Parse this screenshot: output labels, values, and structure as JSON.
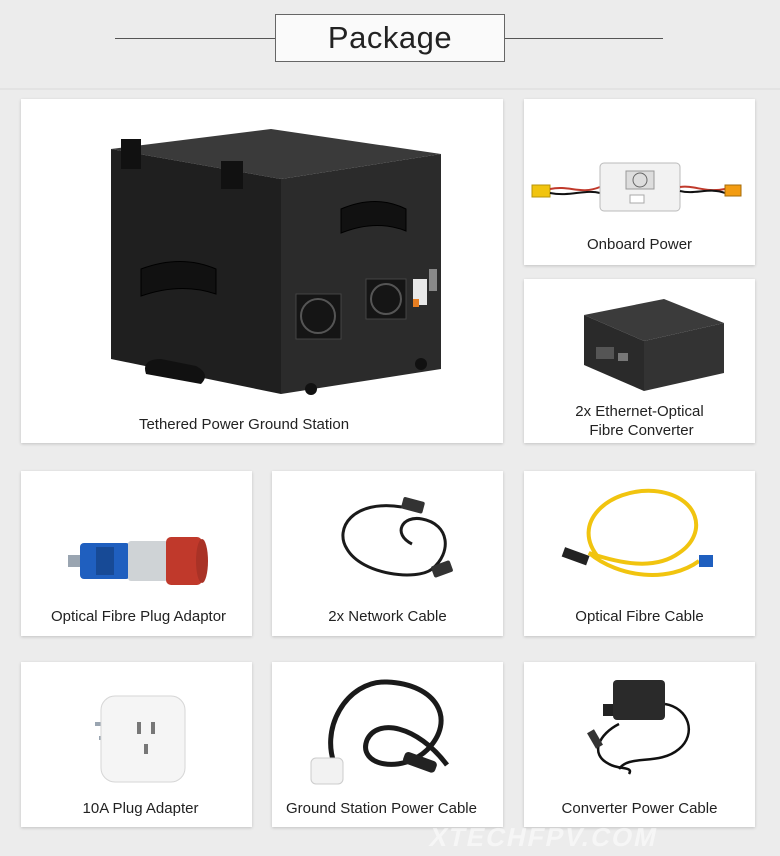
{
  "header": {
    "title": "Package"
  },
  "items": [
    {
      "caption": "Tethered Power Ground Station"
    },
    {
      "caption": "Onboard Power"
    },
    {
      "caption_line1": "2x Ethernet-Optical",
      "caption_line2": "Fibre Converter"
    },
    {
      "caption": "Optical Fibre Plug Adaptor"
    },
    {
      "caption": "2x Network Cable"
    },
    {
      "caption": "Optical Fibre Cable"
    },
    {
      "caption": "10A Plug Adapter"
    },
    {
      "caption": "Ground Station Power Cable"
    },
    {
      "caption": "Converter Power Cable"
    }
  ],
  "watermark": "XTECHFPV.COM"
}
